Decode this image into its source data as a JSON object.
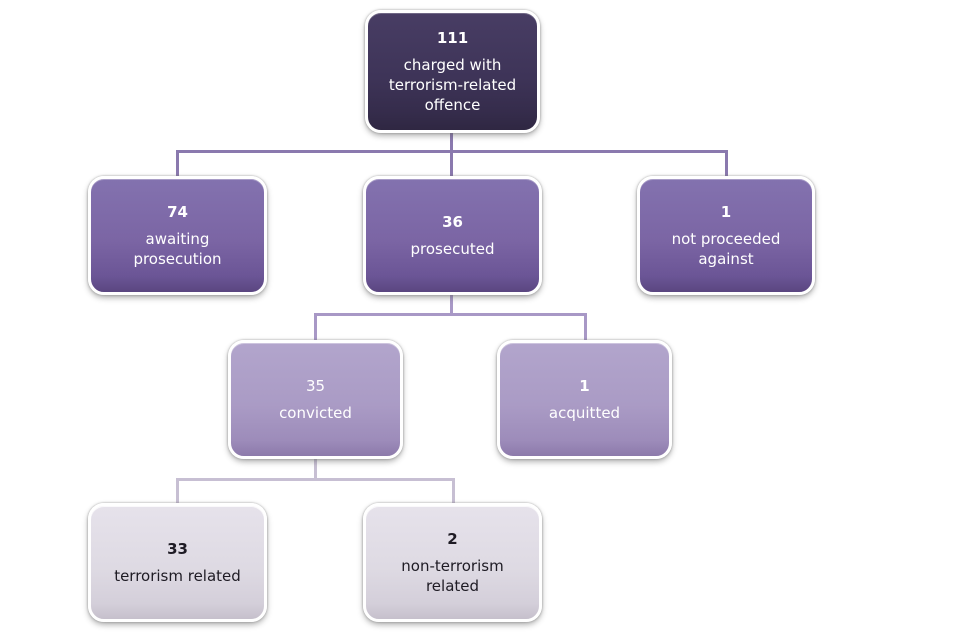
{
  "diagram": {
    "type": "hierarchy-flowchart",
    "topic": "terrorism-related charge outcomes",
    "nodes": {
      "root": {
        "value": "111",
        "label": "charged with terrorism-related offence"
      },
      "awaiting_prosecution": {
        "value": "74",
        "label": "awaiting prosecution"
      },
      "prosecuted": {
        "value": "36",
        "label": "prosecuted"
      },
      "not_proceeded_against": {
        "value": "1",
        "label": "not proceeded against"
      },
      "convicted": {
        "value": "35",
        "label": "convicted"
      },
      "acquitted": {
        "value": "1",
        "label": "acquitted"
      },
      "terrorism_related": {
        "value": "33",
        "label": "terrorism related"
      },
      "non_terrorism_related": {
        "value": "2",
        "label": "non-terrorism related"
      }
    },
    "edges": [
      {
        "from": "root",
        "to": [
          "awaiting_prosecution",
          "prosecuted",
          "not_proceeded_against"
        ]
      },
      {
        "from": "prosecuted",
        "to": [
          "convicted",
          "acquitted"
        ]
      },
      {
        "from": "convicted",
        "to": [
          "terrorism_related",
          "non_terrorism_related"
        ]
      }
    ],
    "colors": {
      "level1_fill": "#3e3458",
      "level2_fill": "#7b65a4",
      "level3_fill": "#aa9bc5",
      "level4_fill": "#dedae3",
      "connector_level1": "#8a79ae",
      "connector_level2": "#a898c6",
      "connector_level3": "#c7bfd3",
      "box_border": "#ffffff",
      "text_light": "#ffffff",
      "text_dark": "#1e1b24",
      "background": "#ffffff"
    }
  }
}
